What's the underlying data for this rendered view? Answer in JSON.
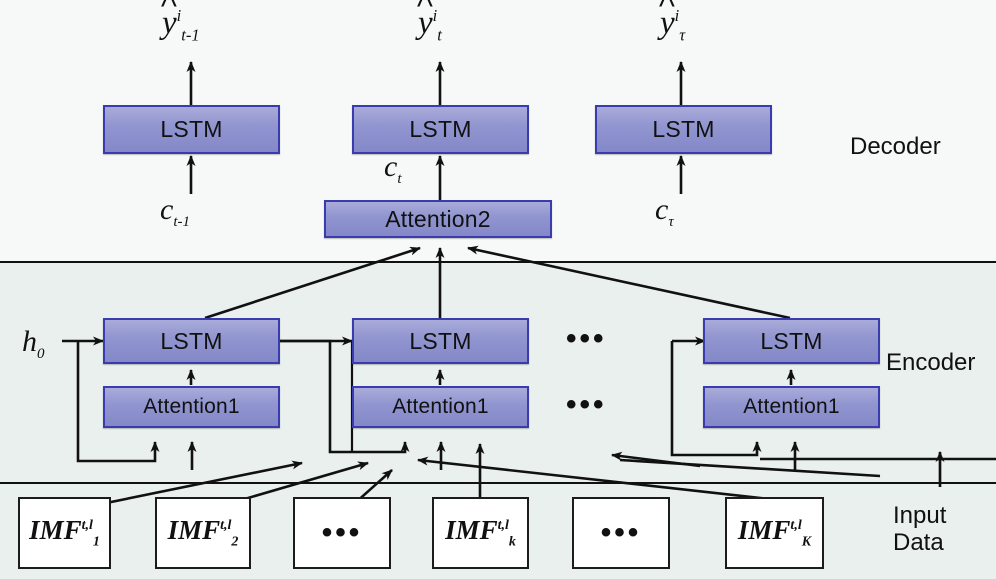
{
  "figure": {
    "title": "Encoder-Decoder with dual attention architecture",
    "bands": [
      {
        "name": "decoder",
        "label": "Decoder",
        "background": "#f7f8f8"
      },
      {
        "name": "encoder",
        "label": "Encoder",
        "background": "#e9f0ee"
      },
      {
        "name": "input",
        "label": "Input\nData",
        "background": "#e9f0ee"
      }
    ],
    "colors": {
      "box_fill": "#9094cf",
      "box_border": "#3b3bb0",
      "input_box_fill": "#ffffff",
      "input_box_border": "#1c1c1c",
      "decoder_band": "#f7f8f8",
      "encoder_band": "#e9f0ee",
      "line": "#111111"
    }
  },
  "decoder": {
    "section_label": "Decoder",
    "outputs": [
      {
        "base": "y",
        "sup": "i",
        "sub": "t-1"
      },
      {
        "base": "y",
        "sup": "i",
        "sub": "t"
      },
      {
        "base": "y",
        "sup": "i",
        "sub": "τ"
      }
    ],
    "lstm_cells": [
      {
        "label": "LSTM"
      },
      {
        "label": "LSTM"
      },
      {
        "label": "LSTM"
      }
    ],
    "context_inputs": [
      {
        "base": "c",
        "sub": "t-1"
      },
      {
        "base": "c",
        "sub": "t"
      },
      {
        "base": "c",
        "sub": "τ"
      }
    ],
    "attention": {
      "label": "Attention2"
    }
  },
  "encoder": {
    "section_label": "Encoder",
    "initial_state": {
      "base": "h",
      "sub": "0"
    },
    "lstm_cells": [
      {
        "label": "LSTM"
      },
      {
        "label": "LSTM"
      },
      {
        "label": "LSTM"
      }
    ],
    "attention_cells": [
      {
        "label": "Attention1"
      },
      {
        "label": "Attention1"
      },
      {
        "label": "Attention1"
      }
    ],
    "ellipsis": "•••"
  },
  "input": {
    "section_label": "Input\nData",
    "boxes": [
      {
        "type": "imf",
        "base": "IMF",
        "sup": "t,l",
        "sub": "1"
      },
      {
        "type": "imf",
        "base": "IMF",
        "sup": "t,l",
        "sub": "2"
      },
      {
        "type": "ellipsis",
        "text": "•••"
      },
      {
        "type": "imf",
        "base": "IMF",
        "sup": "t,l",
        "sub": "k"
      },
      {
        "type": "ellipsis",
        "text": "•••"
      },
      {
        "type": "imf",
        "base": "IMF",
        "sup": "t,l",
        "sub": "K"
      }
    ]
  }
}
